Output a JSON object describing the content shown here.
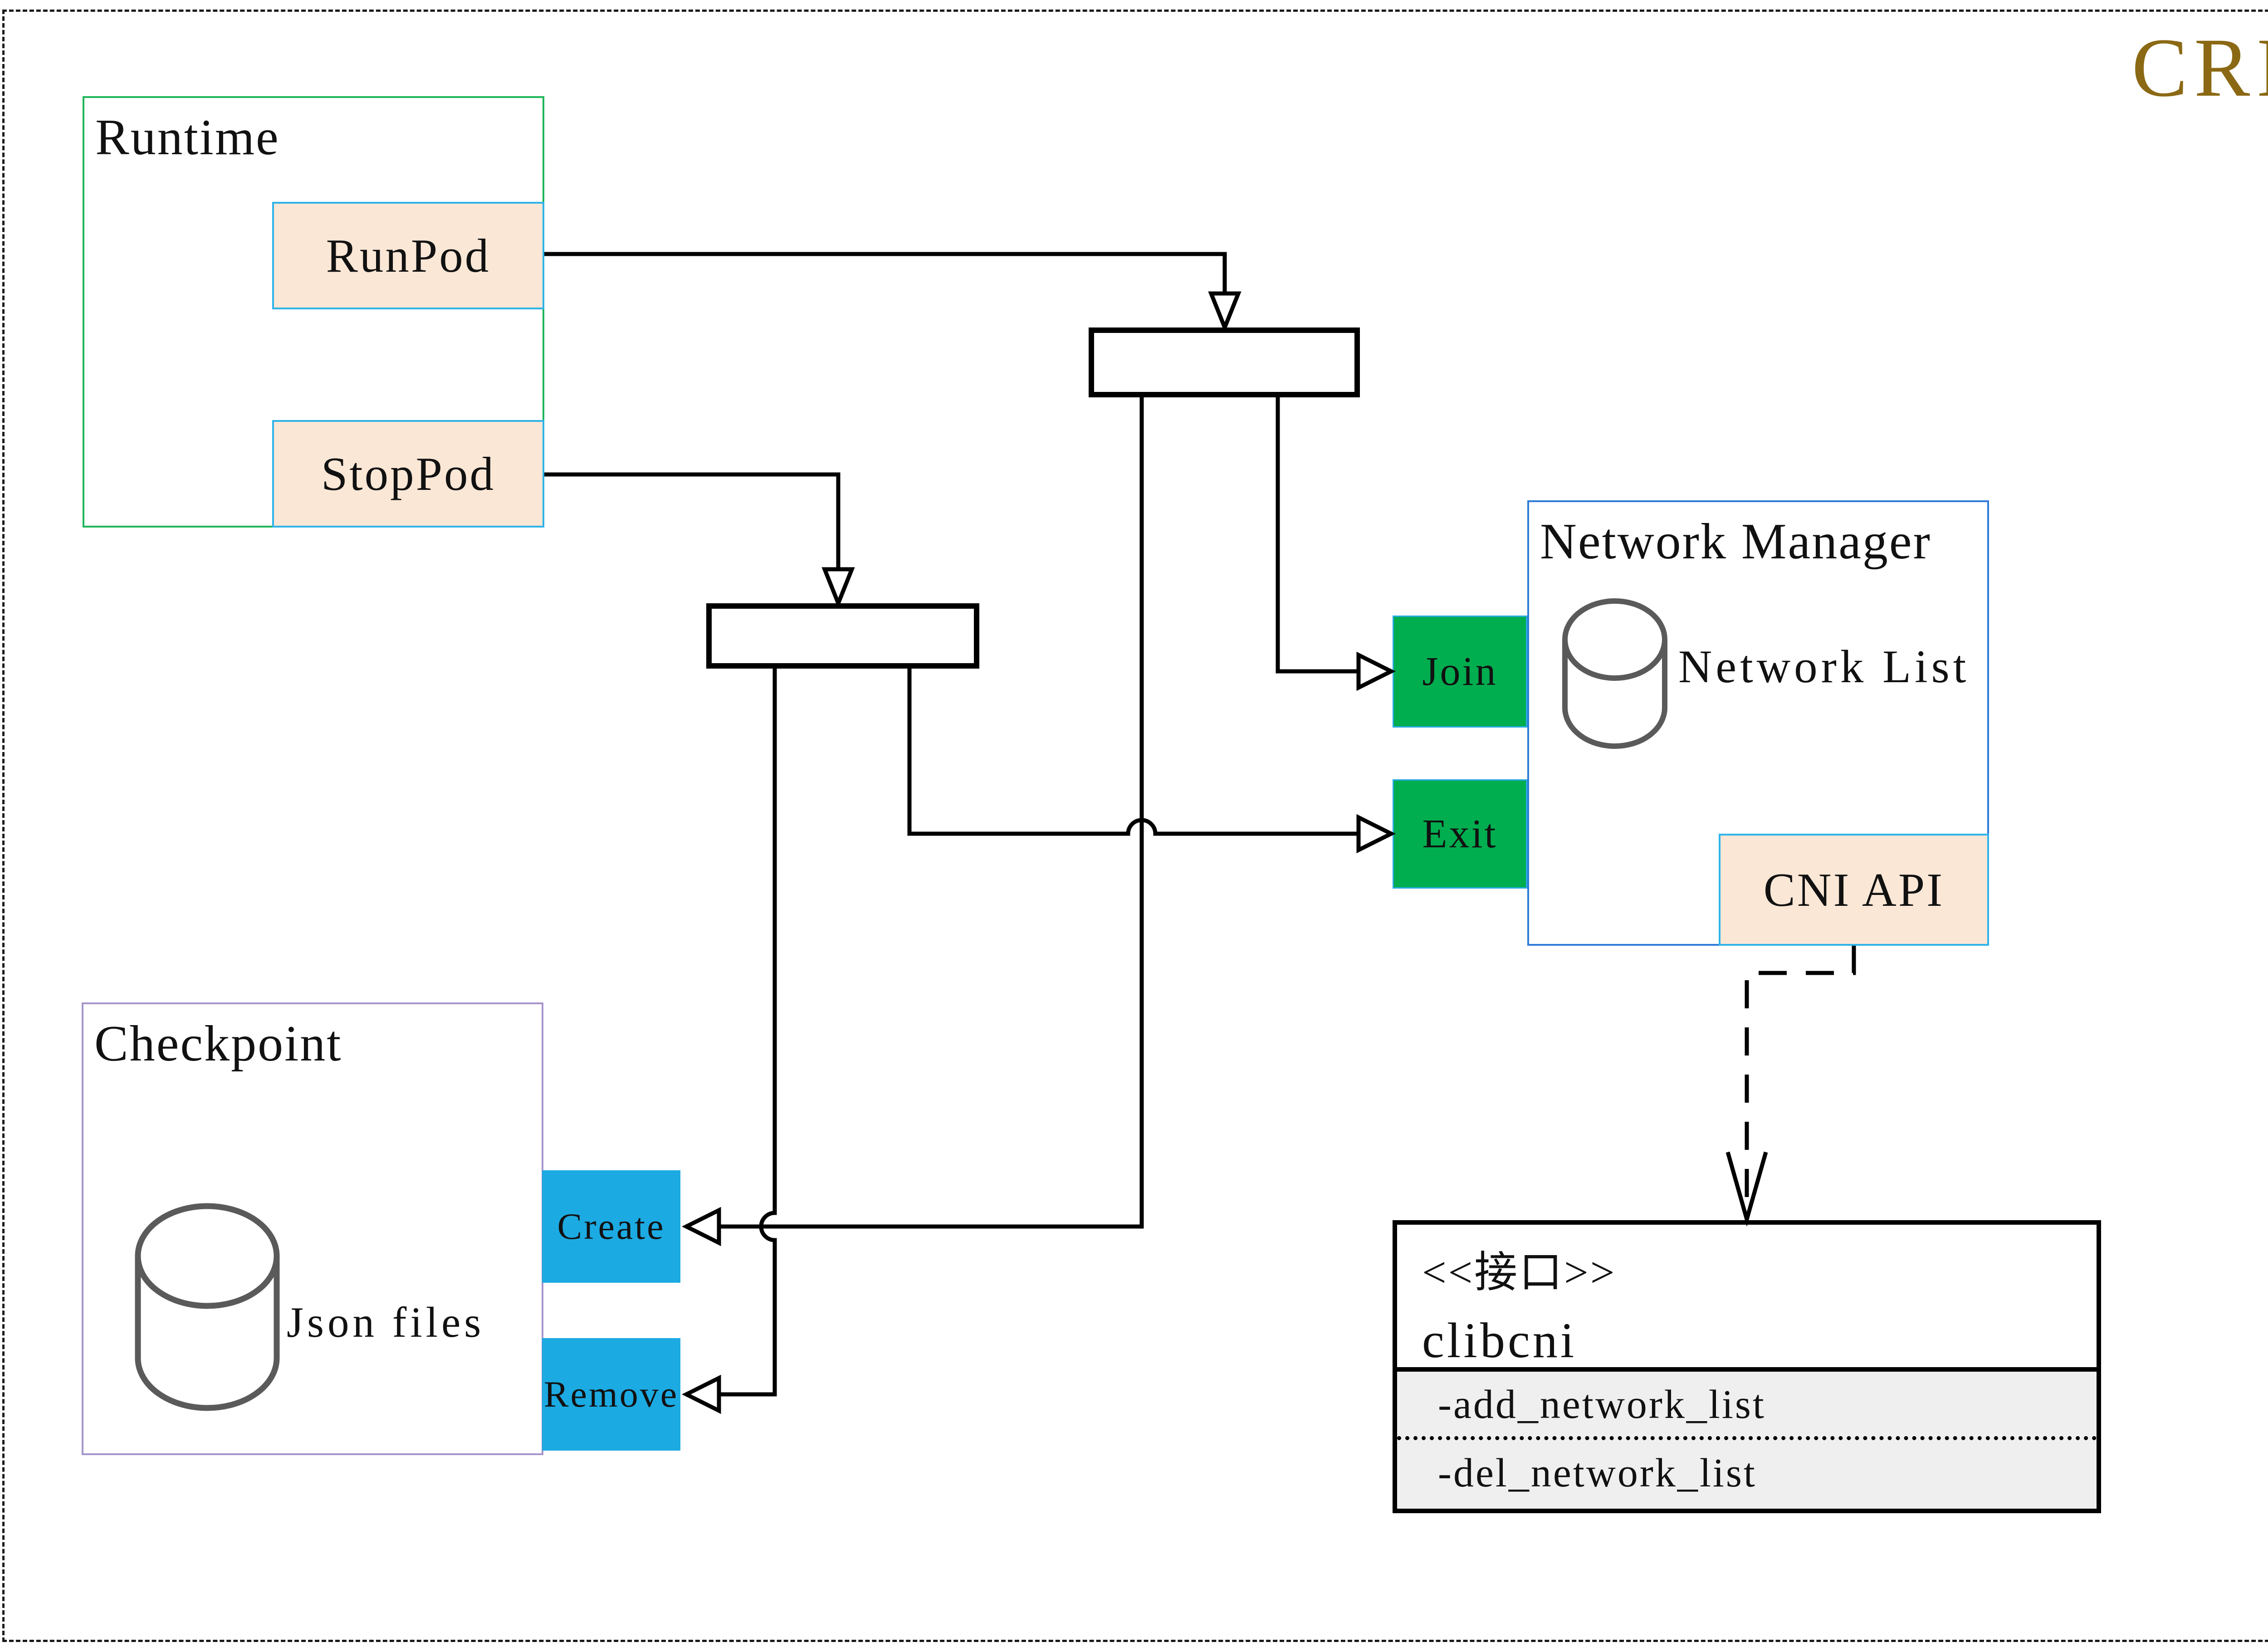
{
  "badge": {
    "label": "CRI",
    "color": "#8B6914"
  },
  "runtime": {
    "title": "Runtime",
    "run_button": "RunPod",
    "stop_button": "StopPod"
  },
  "checkpoint": {
    "title": "Checkpoint",
    "store_label": "Json files",
    "create_button": "Create",
    "remove_button": "Remove"
  },
  "network_manager": {
    "title": "Network Manager",
    "store_label": "Network List",
    "join_button": "Join",
    "exit_button": "Exit",
    "api_button": "CNI API"
  },
  "cni_interface": {
    "stereotype": "<<接口>>",
    "name": "clibcni",
    "methods": [
      "-add_network_list",
      "-del_network_list"
    ]
  },
  "icons": {
    "network_list_store": "database-cylinder-icon",
    "json_files_store": "database-cylinder-icon"
  },
  "colors": {
    "accent_gold": "#8B6914",
    "green_fill": "#00AD4F",
    "blue_fill": "#1CAAE2",
    "peach_fill": "#FBE7D6",
    "peach_border": "#2FB3E8",
    "runtime_border": "#1EB55A",
    "checkpoint_border": "#A795CC",
    "network_manager_border": "#2F7BD8",
    "methods_bg": "#EFEFEF",
    "line_color": "#000000",
    "cylinder_stroke": "#5A5A5A"
  }
}
